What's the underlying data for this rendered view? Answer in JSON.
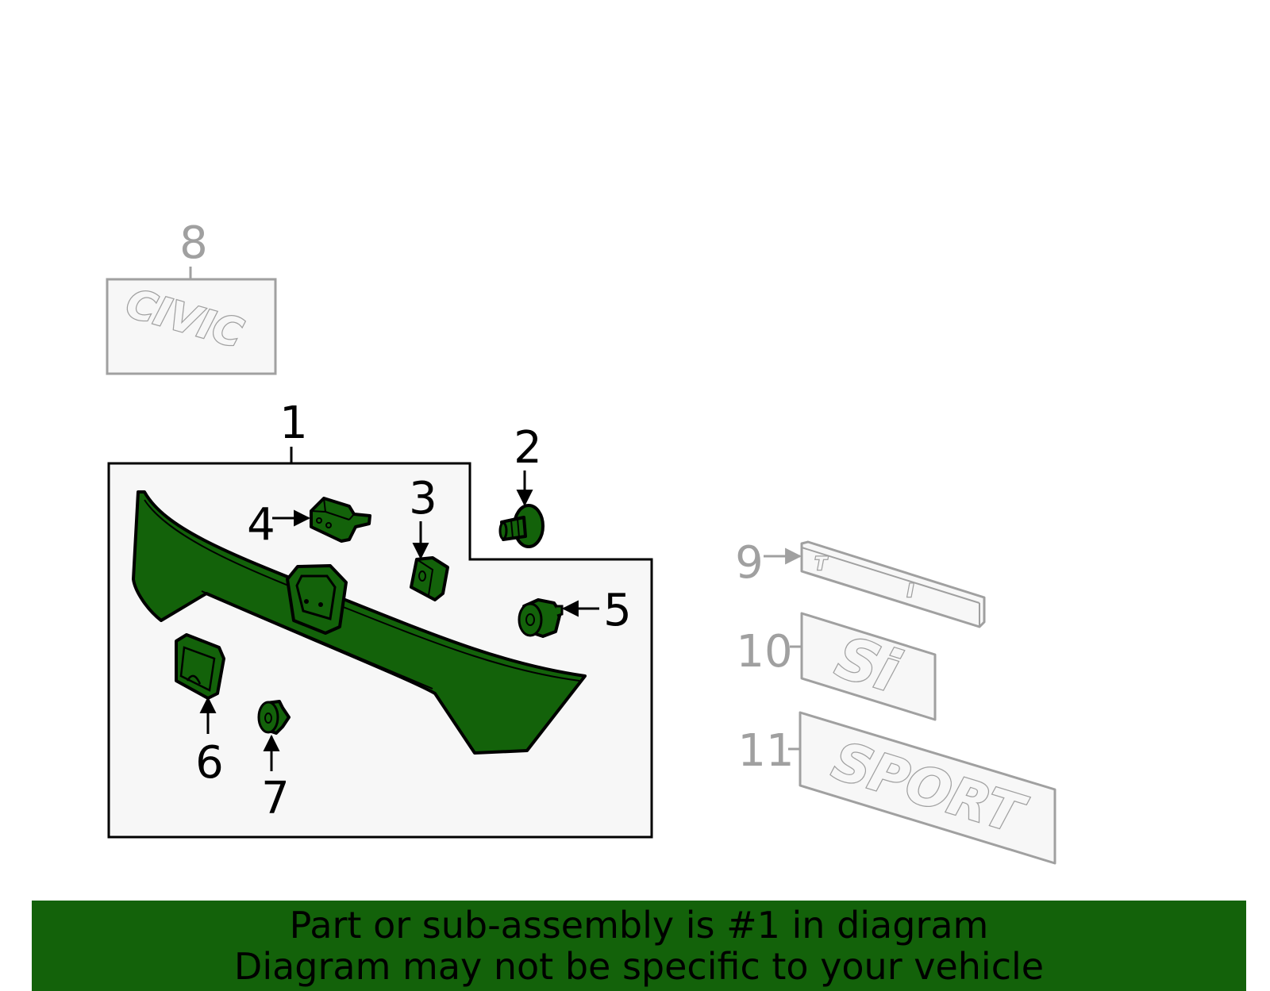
{
  "colors": {
    "part_fill": "#13620a",
    "outline": "#000000",
    "inactive_grey": "#a0a0a0",
    "box_fill": "#f7f7f7",
    "banner_bg": "#13620a"
  },
  "callouts": {
    "c1": "1",
    "c2": "2",
    "c3": "3",
    "c4": "4",
    "c5": "5",
    "c6": "6",
    "c7": "7",
    "c8": "8",
    "c9": "9",
    "c10": "10",
    "c11": "11"
  },
  "emblems": {
    "civic": "CIVIC",
    "ti_t": "T",
    "ti_i": "I",
    "si": "Si",
    "sport": "SPORT"
  },
  "banner": {
    "line1": "Part or sub-assembly is #1 in diagram",
    "line2": "Diagram may not be specific to your vehicle"
  }
}
